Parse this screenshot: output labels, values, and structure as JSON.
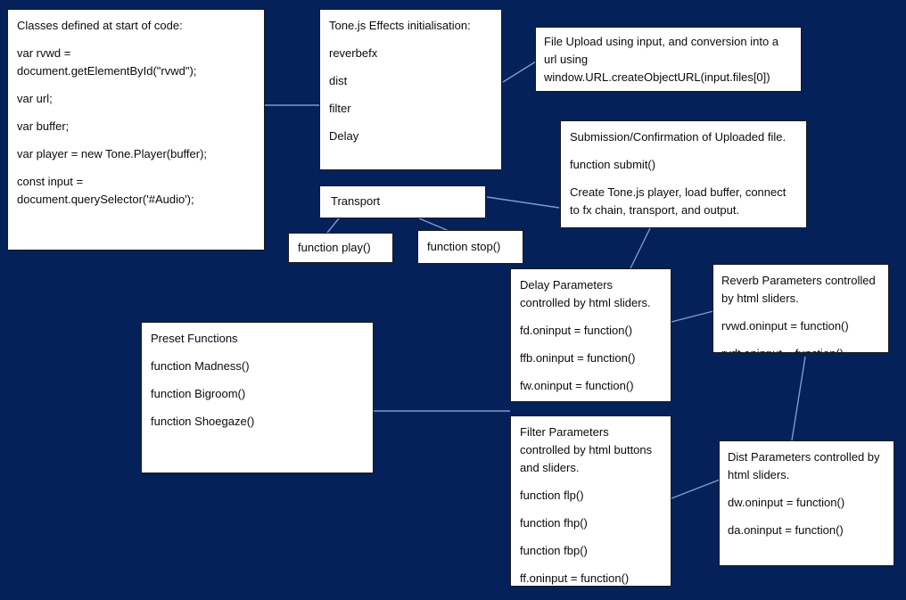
{
  "diagram": {
    "description": "Code architecture diagram of a Tone.js audio web app",
    "colors": {
      "background": "#05215a",
      "box_fill": "#ffffff",
      "box_border": "#1a1a1a",
      "connector": "#7c9cd0",
      "text": "#0b0b0b"
    },
    "boxes": {
      "classes": {
        "paragraphs": [
          "Classes defined at start of code:",
          "var rvwd =\ndocument.getElementById(\"rvwd\");",
          "var url;",
          "var buffer;",
          "var player = new Tone.Player(buffer);",
          "const input =\ndocument.querySelector('#Audio');"
        ]
      },
      "effects": {
        "paragraphs": [
          "Tone.js Effects initialisation:",
          "reverbefx",
          "dist",
          "filter",
          "Delay"
        ]
      },
      "file_upload": {
        "paragraphs": [
          "File Upload using input, and conversion into a\nurl using\nwindow.URL.createObjectURL(input.files[0])"
        ]
      },
      "submission": {
        "paragraphs": [
          "Submission/Confirmation of Uploaded file.",
          "function submit()",
          "Create Tone.js player, load buffer, connect\nto fx chain, transport, and output."
        ]
      },
      "transport": {
        "paragraphs": [
          "Transport"
        ]
      },
      "play": {
        "paragraphs": [
          "function play()"
        ]
      },
      "stop": {
        "paragraphs": [
          "function stop()"
        ]
      },
      "delay": {
        "paragraphs": [
          "Delay Parameters\ncontrolled by html sliders.",
          "fd.oninput = function()",
          "ffb.oninput = function()",
          "fw.oninput = function()"
        ]
      },
      "reverb": {
        "paragraphs": [
          "Reverb Parameters controlled\nby html sliders.",
          "rvwd.oninput = function()",
          "rvdt.oninput = function()"
        ]
      },
      "preset": {
        "paragraphs": [
          "Preset Functions",
          "function Madness()",
          "function Bigroom()",
          "function Shoegaze()"
        ]
      },
      "filter": {
        "paragraphs": [
          "Filter Parameters\ncontrolled by html buttons\nand sliders.",
          "function flp()",
          "function fhp()",
          "function fbp()",
          "ff.oninput = function()"
        ]
      },
      "dist": {
        "paragraphs": [
          "Dist Parameters controlled by\nhtml sliders.",
          "dw.oninput = function()",
          "da.oninput = function()"
        ]
      }
    },
    "connections": [
      {
        "from": "classes",
        "to": "effects"
      },
      {
        "from": "effects",
        "to": "file_upload"
      },
      {
        "from": "transport",
        "to": "submission"
      },
      {
        "from": "transport",
        "to": "play"
      },
      {
        "from": "transport",
        "to": "stop"
      },
      {
        "from": "submission",
        "to": "delay"
      },
      {
        "from": "delay",
        "to": "reverb"
      },
      {
        "from": "reverb",
        "to": "dist"
      },
      {
        "from": "preset",
        "to": "filter"
      },
      {
        "from": "filter",
        "to": "dist"
      }
    ]
  }
}
